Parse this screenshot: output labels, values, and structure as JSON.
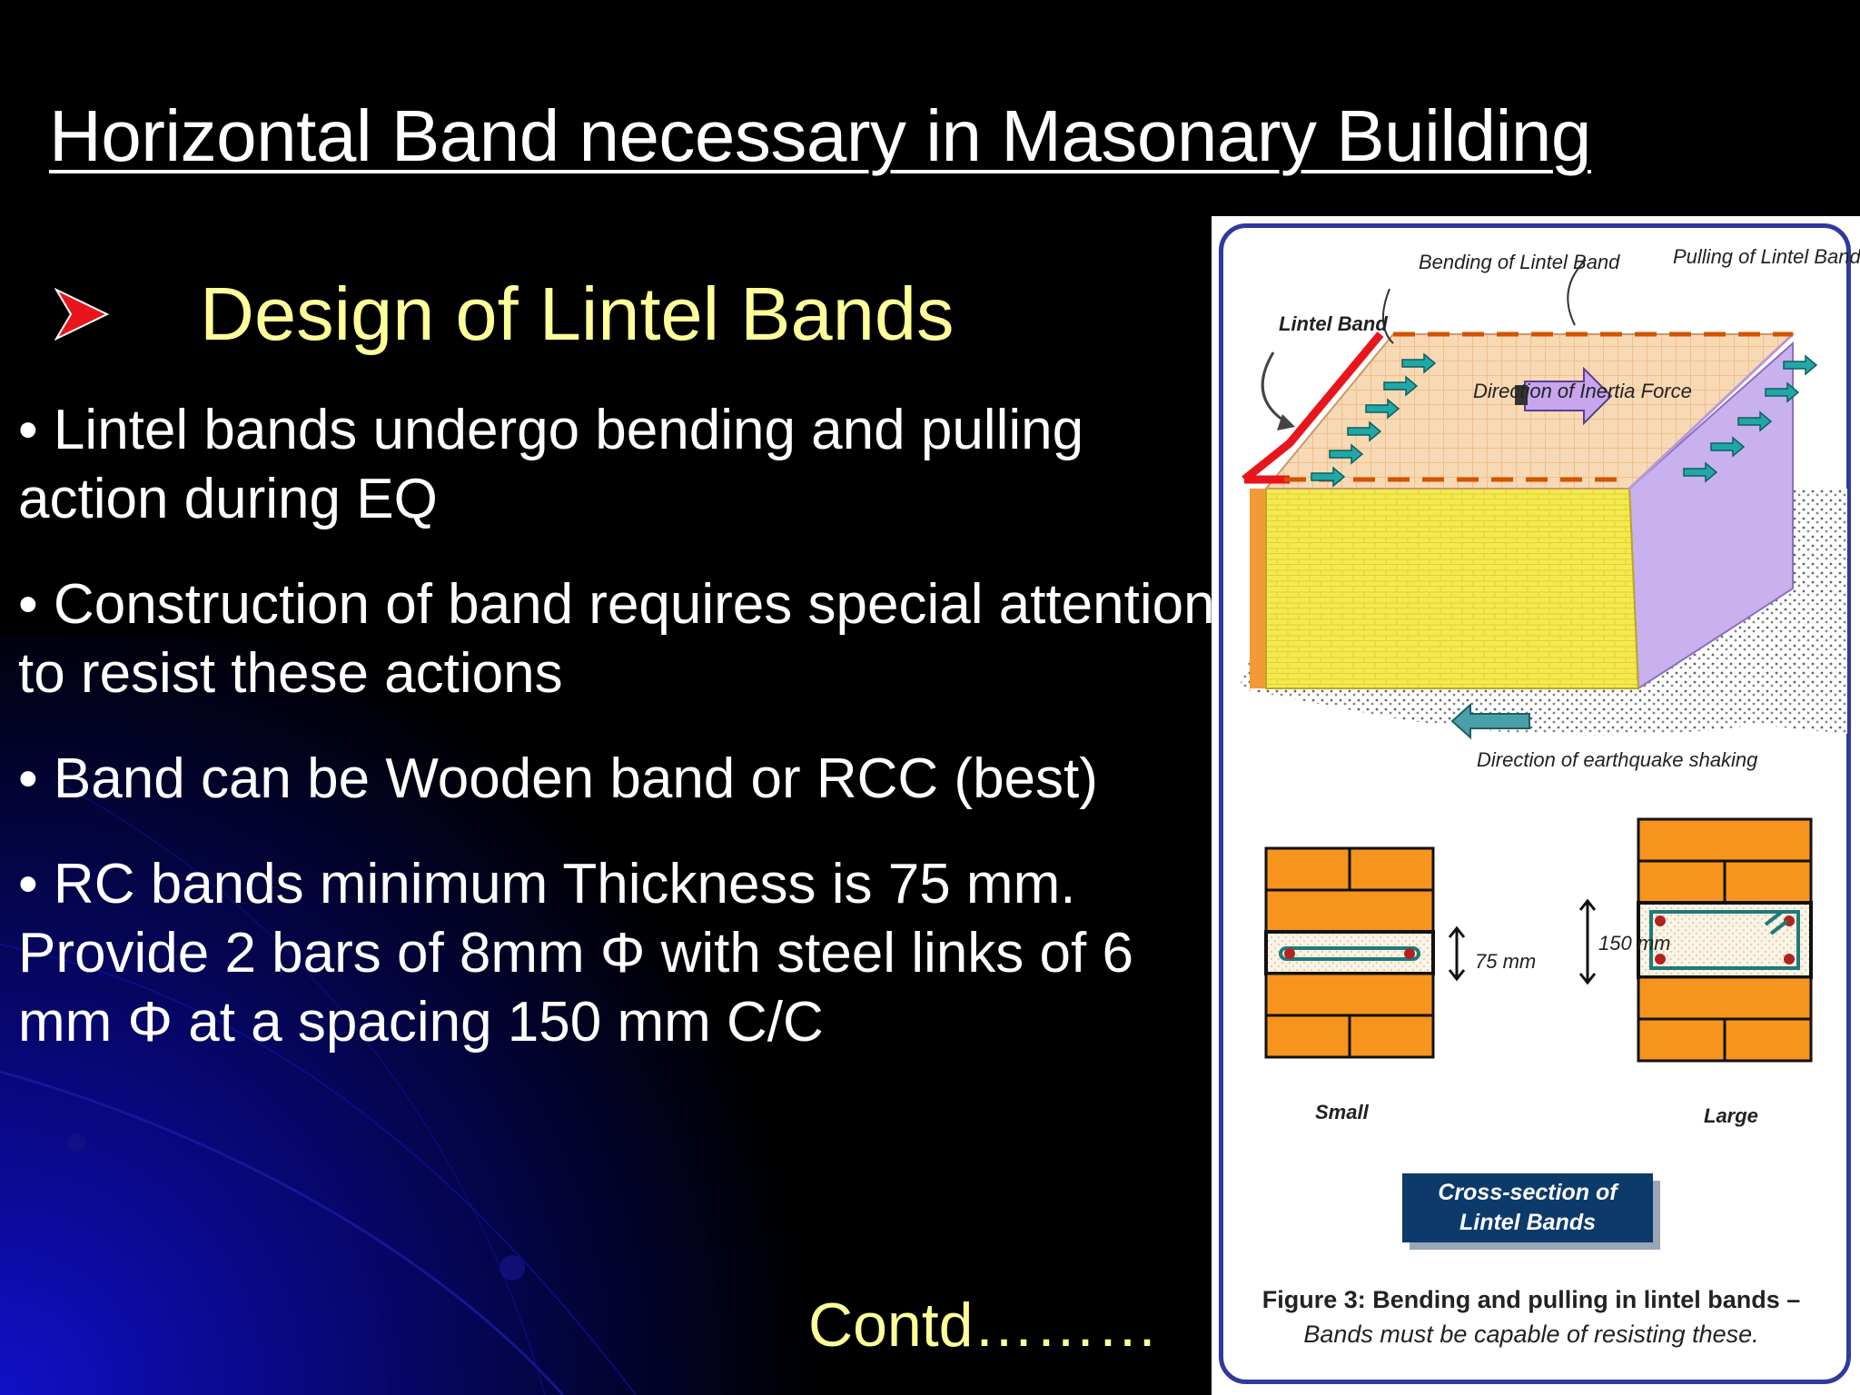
{
  "slide": {
    "title": "Horizontal Band necessary in Masonary Building",
    "subheading": "Design of Lintel Bands",
    "subheading_icon": "arrow-bullet-icon",
    "bullets": [
      "• Lintel bands undergo bending and pulling action during EQ",
      "• Construction of band requires special attention to resist these actions",
      "• Band can be Wooden band or RCC (best)",
      "• RC bands minimum Thickness is 75 mm. Provide 2 bars of 8mm Φ with steel links of 6 mm Φ at a spacing 150 mm C/C"
    ],
    "footer": "Contd………",
    "colors": {
      "title": "#ffffff",
      "subheading": "#ffff99",
      "arrow": "#e8161c",
      "background": "#000000",
      "accent_blue": "#0a0a8a"
    }
  },
  "figure": {
    "labels": {
      "lintel_band": "Lintel Band",
      "bending": "Bending of Lintel Band",
      "pulling": "Pulling of Lintel Band",
      "inertia": "Direction of Inertia Force",
      "shaking": "Direction of earthquake shaking",
      "dim_75": "75 mm",
      "dim_150": "150 mm",
      "small": "Small",
      "large": "Large"
    },
    "cross_section_box": [
      "Cross-section of",
      "Lintel Bands"
    ],
    "caption_title": "Figure 3: Bending and pulling in lintel bands –",
    "caption_sub": "Bands must be capable of resisting these."
  }
}
